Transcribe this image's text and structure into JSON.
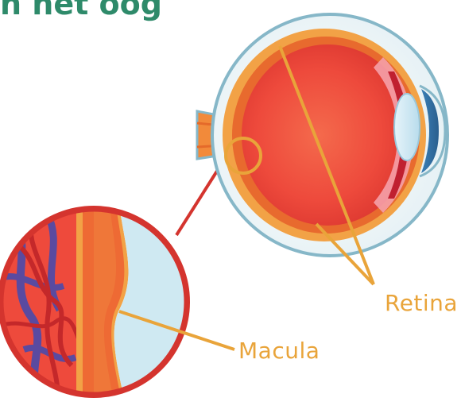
{
  "heading": "n het oog",
  "labels": {
    "retina": "Retina",
    "macula": "Macula"
  },
  "colors": {
    "heading": "#2e8a6a",
    "label": "#e9a43a",
    "eyeball": "#f04a3c",
    "sclera_outline": "#86b7c8",
    "lens": "#4a98c8",
    "vessel_red": "#c4282a",
    "vessel_blue": "#5a4aa0"
  }
}
